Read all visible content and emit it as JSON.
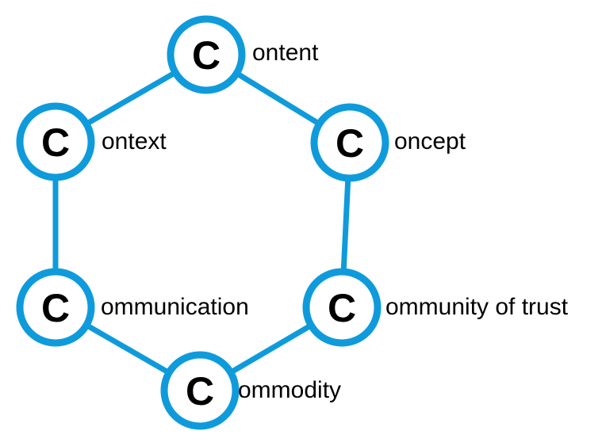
{
  "diagram": {
    "accent_color": "#0F9BDB",
    "nodes": [
      {
        "id": "content",
        "letter": "C",
        "label": "ontent"
      },
      {
        "id": "context",
        "letter": "C",
        "label": "ontext"
      },
      {
        "id": "concept",
        "letter": "C",
        "label": "oncept"
      },
      {
        "id": "communication",
        "letter": "C",
        "label": "ommunication"
      },
      {
        "id": "community-of-trust",
        "letter": "C",
        "label": "ommunity of trust"
      },
      {
        "id": "commodity",
        "letter": "C",
        "label": "ommodity"
      }
    ],
    "edges": [
      {
        "from": "content",
        "to": "context"
      },
      {
        "from": "content",
        "to": "concept"
      },
      {
        "from": "context",
        "to": "communication"
      },
      {
        "from": "concept",
        "to": "community-of-trust"
      },
      {
        "from": "communication",
        "to": "commodity"
      },
      {
        "from": "community-of-trust",
        "to": "commodity"
      }
    ]
  }
}
